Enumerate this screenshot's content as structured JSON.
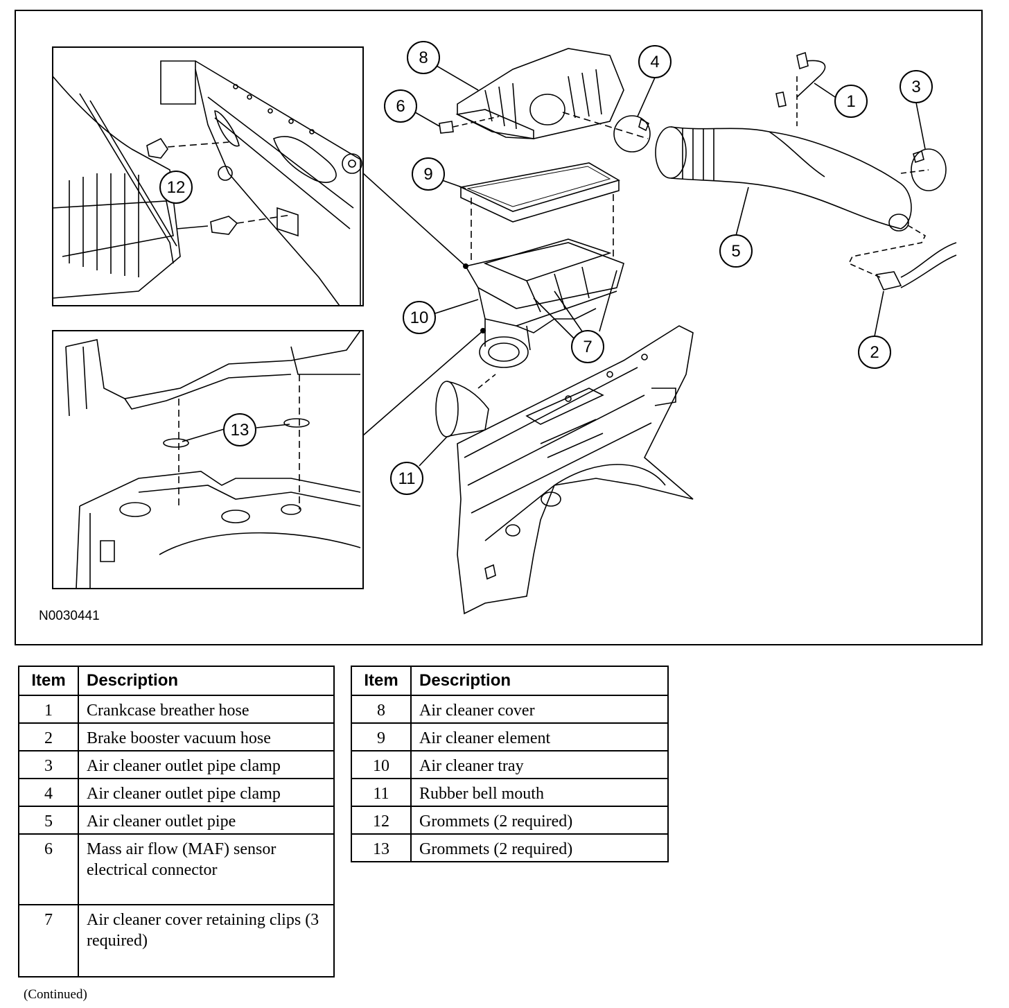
{
  "figure": {
    "id": "N0030441",
    "callouts": [
      "1",
      "2",
      "3",
      "4",
      "5",
      "6",
      "7",
      "8",
      "9",
      "10",
      "11",
      "12",
      "13"
    ]
  },
  "legend": {
    "header_item": "Item",
    "header_description": "Description",
    "left_rows": [
      {
        "item": "1",
        "description": "Crankcase breather hose"
      },
      {
        "item": "2",
        "description": "Brake booster vacuum hose"
      },
      {
        "item": "3",
        "description": "Air cleaner outlet pipe clamp"
      },
      {
        "item": "4",
        "description": "Air cleaner outlet pipe clamp"
      },
      {
        "item": "5",
        "description": "Air cleaner outlet pipe"
      },
      {
        "item": "6",
        "description": "Mass air flow (MAF) sensor electrical connector"
      },
      {
        "item": "7",
        "description": "Air cleaner cover retaining clips (3 required)"
      }
    ],
    "right_rows": [
      {
        "item": "8",
        "description": "Air cleaner cover"
      },
      {
        "item": "9",
        "description": "Air cleaner element"
      },
      {
        "item": "10",
        "description": "Air cleaner tray"
      },
      {
        "item": "11",
        "description": "Rubber bell mouth"
      },
      {
        "item": "12",
        "description": "Grommets (2 required)"
      },
      {
        "item": "13",
        "description": "Grommets (2 required)"
      }
    ]
  },
  "footer": {
    "continued": "(Continued)"
  }
}
